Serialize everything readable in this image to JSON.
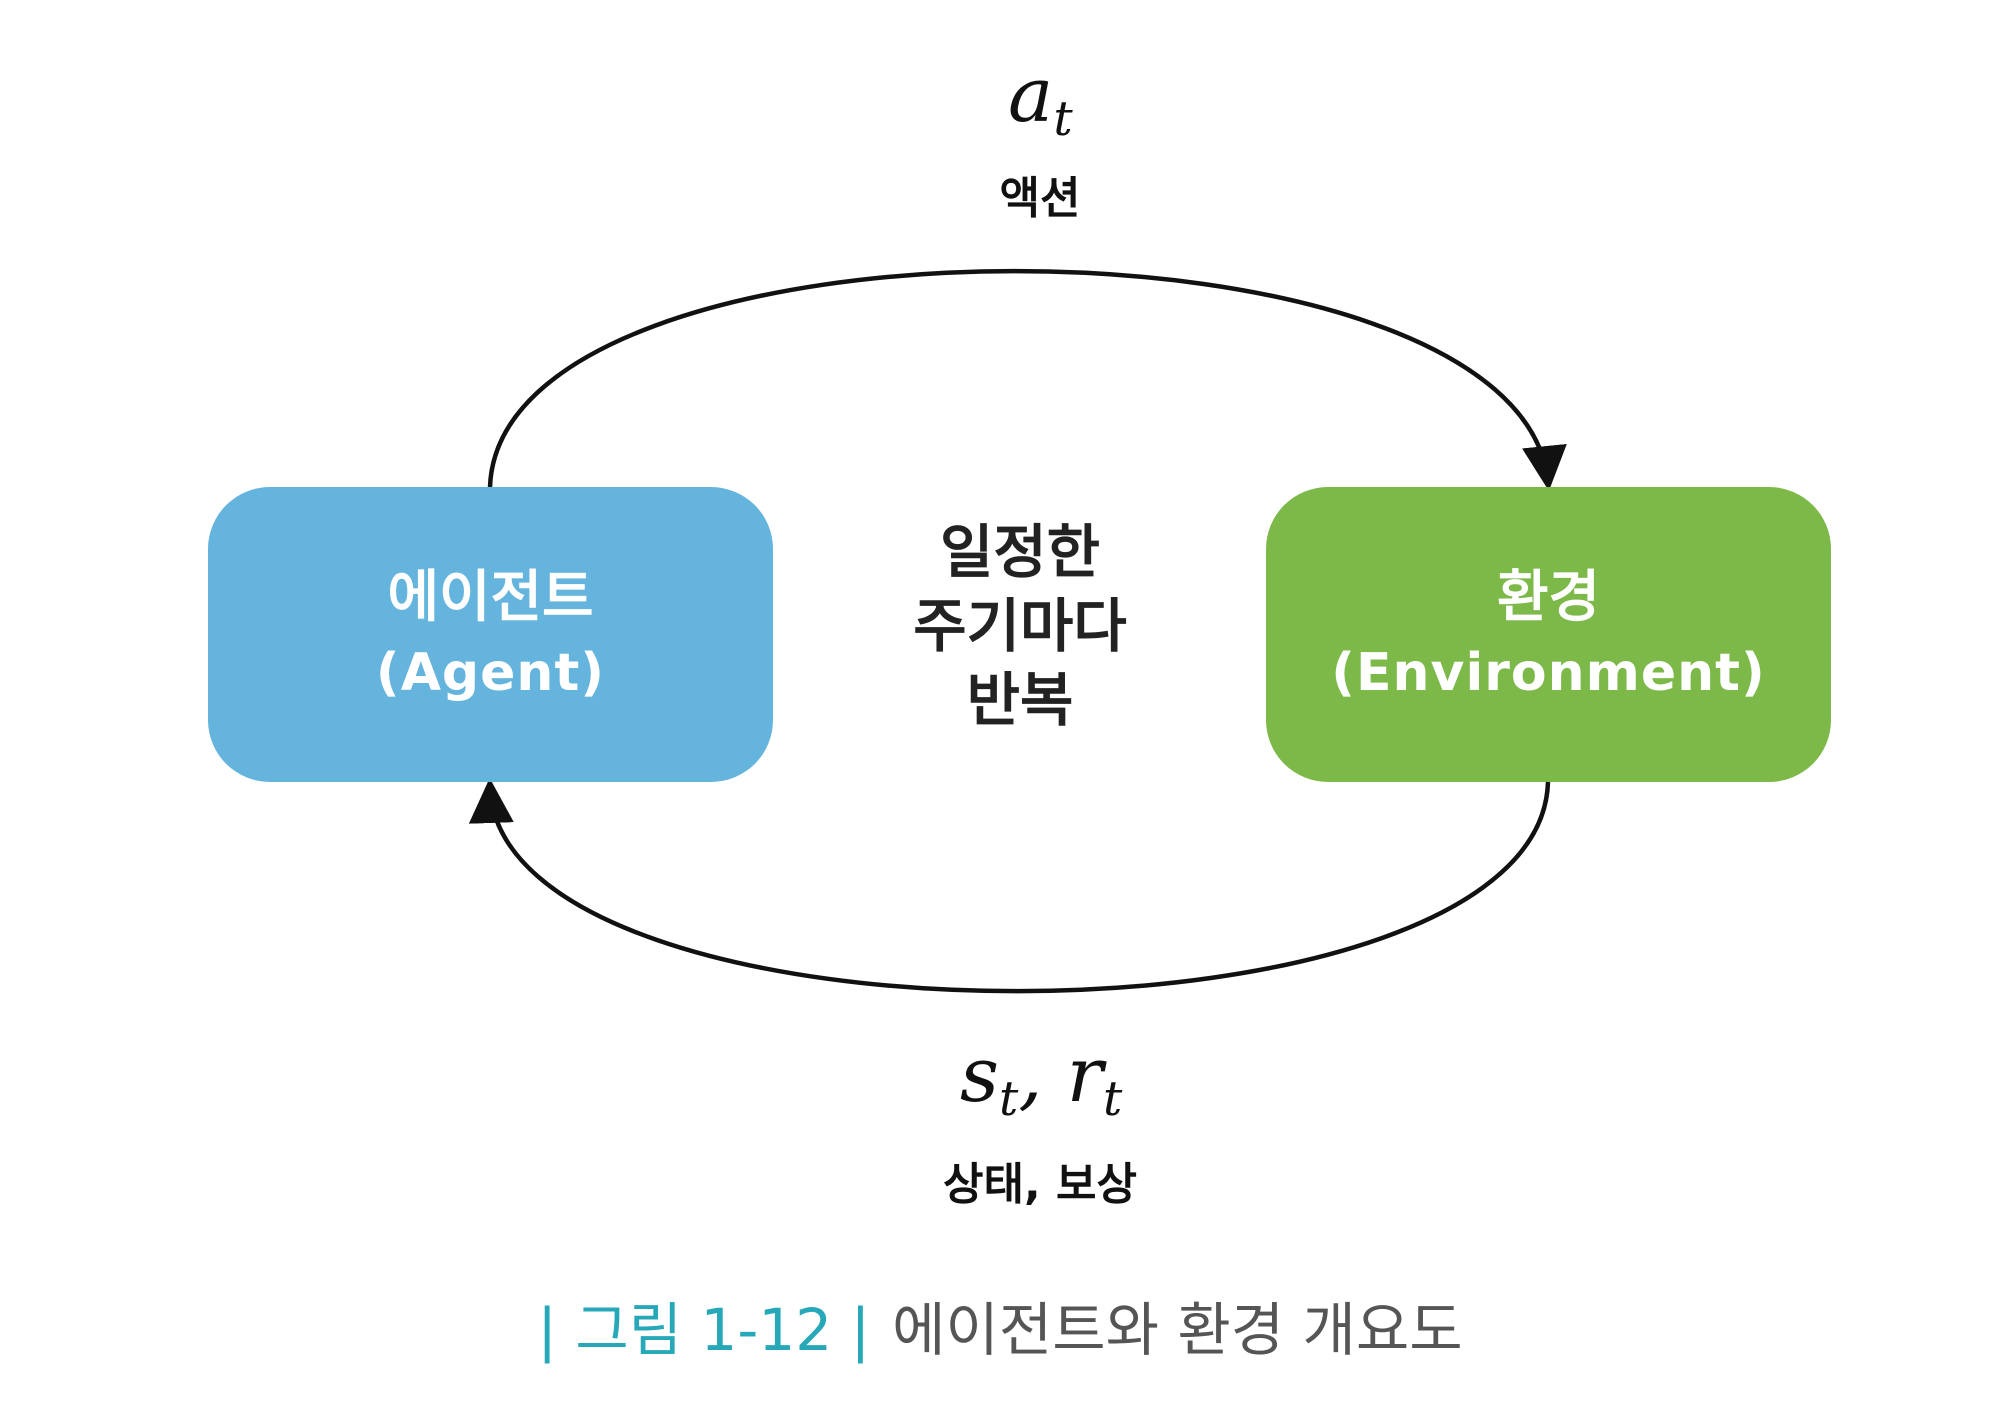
{
  "colors": {
    "agent_fill": "#64b4dd",
    "environment_fill": "#7cb949",
    "arrow_stroke": "#111111",
    "caption_accent": "#27a8b8",
    "caption_text": "#555555"
  },
  "nodes": {
    "agent": {
      "label": "에이전트",
      "sublabel": "(Agent)"
    },
    "environment": {
      "label": "환경",
      "sublabel": "(Environment)"
    }
  },
  "edges": {
    "action": {
      "symbol": "a",
      "subscript": "t",
      "label": "액션"
    },
    "feedback": {
      "symbol1": "s",
      "subscript1": "t",
      "separator": ", ",
      "symbol2": "r",
      "subscript2": "t",
      "label": "상태, 보상"
    }
  },
  "center_text": [
    "일정한",
    "주기마다",
    "반복"
  ],
  "caption": {
    "number": "| 그림 1-12 |",
    "text": "에이전트와 환경 개요도"
  }
}
